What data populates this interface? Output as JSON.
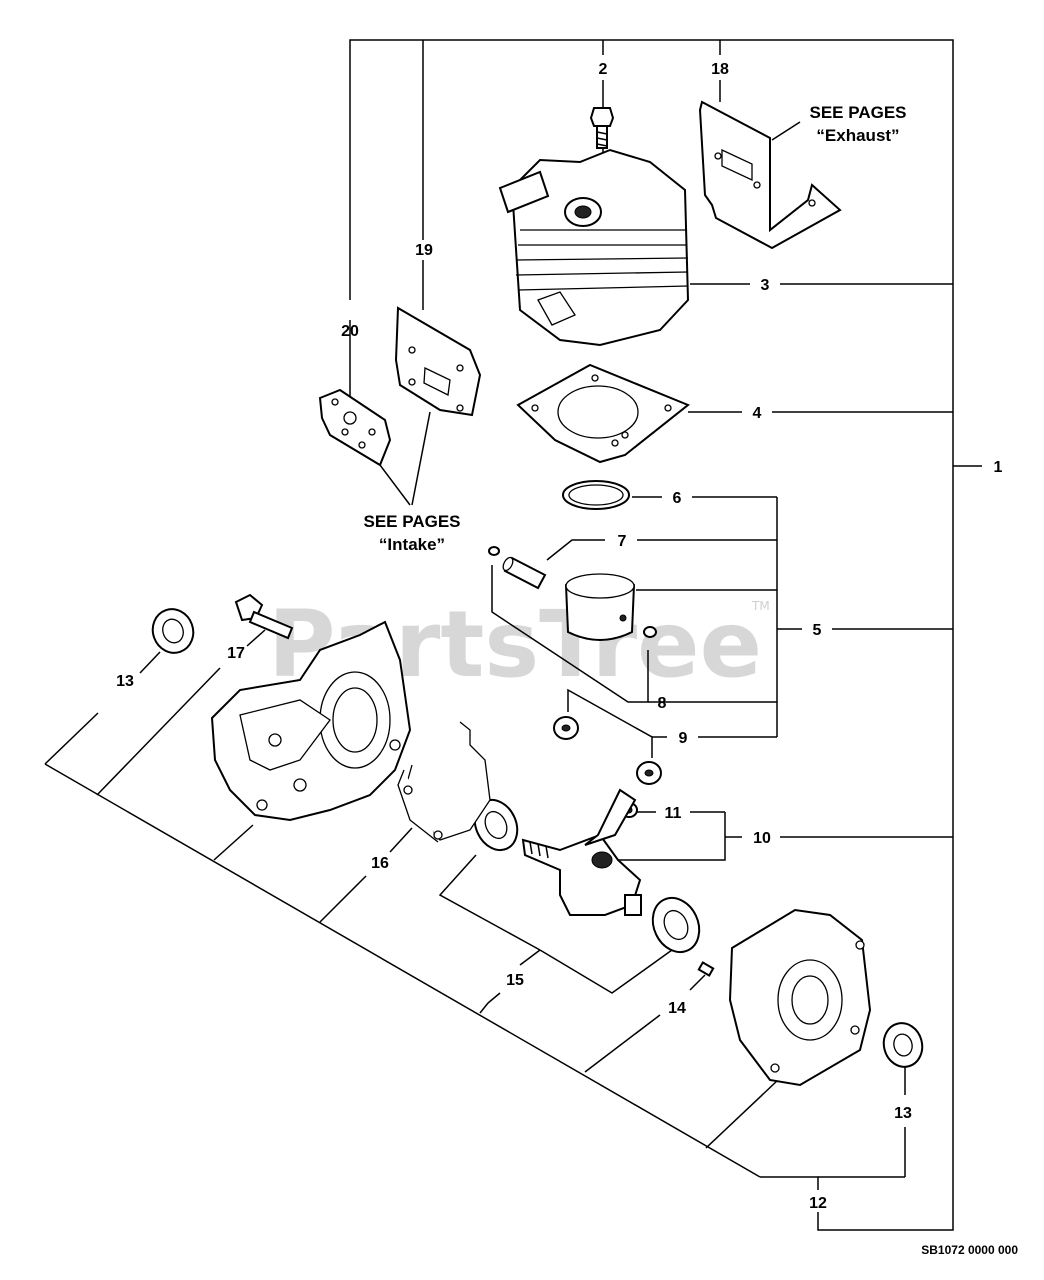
{
  "watermark": {
    "text": "PartsTree",
    "trademark": "TM"
  },
  "notes": {
    "exhaust_line1": "SEE PAGES",
    "exhaust_line2": "“Exhaust”",
    "intake_line1": "SEE PAGES",
    "intake_line2": "“Intake”"
  },
  "footer": {
    "code": "SB1072 0000 000"
  },
  "callouts": {
    "c1": "1",
    "c2": "2",
    "c3": "3",
    "c4": "4",
    "c5": "5",
    "c6": "6",
    "c7": "7",
    "c8": "8",
    "c9": "9",
    "c10": "10",
    "c11": "11",
    "c12": "12",
    "c13a": "13",
    "c13b": "13",
    "c14": "14",
    "c15": "15",
    "c16": "16",
    "c17": "17",
    "c18": "18",
    "c19": "19",
    "c20": "20"
  }
}
